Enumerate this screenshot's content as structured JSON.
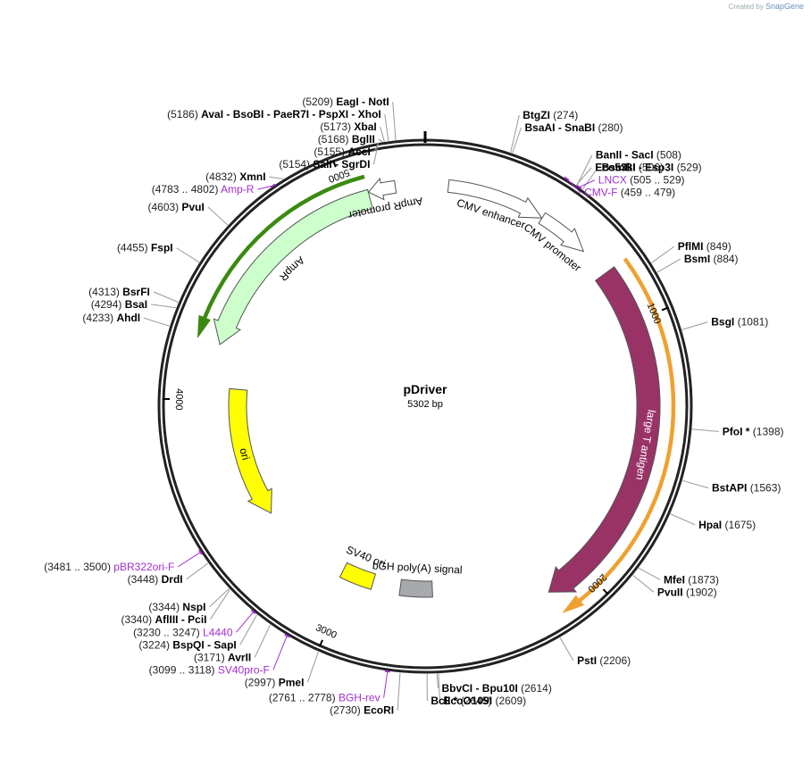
{
  "brand": {
    "created_by": "Created by",
    "app": "SnapGene"
  },
  "plasmid": {
    "name": "pDriver",
    "size_label": "5302 bp",
    "length_bp": 5302
  },
  "scale_ticks": [
    {
      "bp": 1000,
      "label": "1000"
    },
    {
      "bp": 2000,
      "label": "2000"
    },
    {
      "bp": 3000,
      "label": "3000"
    },
    {
      "bp": 4000,
      "label": "4000"
    },
    {
      "bp": 5000,
      "label": "5000"
    }
  ],
  "features": [
    {
      "name": "CMV enhancer",
      "start": 89,
      "end": 468,
      "strand": 1,
      "color": "#ffffff"
    },
    {
      "name": "CMV promoter",
      "start": 469,
      "end": 672,
      "strand": 1,
      "color": "#ffffff"
    },
    {
      "name": "large T antigen",
      "start": 789,
      "end": 2156,
      "strand": 1,
      "color": "#993366"
    },
    {
      "name": "bGH poly(A) signal",
      "start": 2630,
      "end": 2754,
      "strand": 0,
      "color": "#a7a9ad"
    },
    {
      "name": "SV40 ori",
      "start": 2900,
      "end": 3035,
      "strand": 0,
      "color": "#ffff00"
    },
    {
      "name": "ori",
      "start": 3464,
      "end": 4052,
      "strand": -1,
      "color": "#ffff00"
    },
    {
      "name": "AmpR",
      "start": 4223,
      "end": 5083,
      "strand": -1,
      "color": "#ccffcc"
    },
    {
      "name": "AmpR promoter",
      "start": 5084,
      "end": 5188,
      "strand": -1,
      "color": "#ffffff"
    }
  ],
  "orfs": [
    {
      "name": "large T antigen ORF",
      "start": 789,
      "end": 2156,
      "strand": 1,
      "color": "#f0a030"
    },
    {
      "name": "AmpR ORF",
      "start": 4223,
      "end": 5083,
      "strand": -1,
      "color": "#3a8a10"
    }
  ],
  "sites": [
    {
      "label": "AvaI",
      "names": [
        "AvaI",
        "BsoBI",
        "PaeR7I",
        "PspXI",
        "XhoI"
      ],
      "pos": "(5186)",
      "bp": 5186
    },
    {
      "label": "EagI",
      "names": [
        "EagI",
        "NotI"
      ],
      "pos": "(5209)",
      "bp": 5209
    },
    {
      "label": "XbaI",
      "names": [
        "XbaI"
      ],
      "pos": "(5173)",
      "bp": 5173
    },
    {
      "label": "BglII",
      "names": [
        "BglII"
      ],
      "pos": "(5168)",
      "bp": 5168
    },
    {
      "label": "AccI",
      "names": [
        "AccI"
      ],
      "pos": "(5155)",
      "bp": 5155
    },
    {
      "label": "SalI",
      "names": [
        "SalI",
        "SgrDI"
      ],
      "pos": "(5154)",
      "bp": 5154
    },
    {
      "label": "XmnI",
      "names": [
        "XmnI"
      ],
      "pos": "(4832)",
      "bp": 4832
    },
    {
      "label": "Amp-R",
      "names": [
        "Amp-R"
      ],
      "pos": "(4783 .. 4802)",
      "bp": 4792,
      "primer": true
    },
    {
      "label": "PvuI",
      "names": [
        "PvuI"
      ],
      "pos": "(4603)",
      "bp": 4603
    },
    {
      "label": "FspI",
      "names": [
        "FspI"
      ],
      "pos": "(4455)",
      "bp": 4455
    },
    {
      "label": "BsrFI",
      "names": [
        "BsrFI"
      ],
      "pos": "(4313)",
      "bp": 4313
    },
    {
      "label": "BsaI",
      "names": [
        "BsaI"
      ],
      "pos": "(4294)",
      "bp": 4294
    },
    {
      "label": "AhdI",
      "names": [
        "AhdI"
      ],
      "pos": "(4233)",
      "bp": 4233
    },
    {
      "label": "pBR322ori-F",
      "names": [
        "pBR322ori-F"
      ],
      "pos": "(3481 .. 3500)",
      "bp": 3490,
      "primer": true
    },
    {
      "label": "DrdI",
      "names": [
        "DrdI"
      ],
      "pos": "(3448)",
      "bp": 3448
    },
    {
      "label": "NspI",
      "names": [
        "NspI"
      ],
      "pos": "(3344)",
      "bp": 3344
    },
    {
      "label": "AflIII",
      "names": [
        "AflIII",
        "PciI"
      ],
      "pos": "(3340)",
      "bp": 3340
    },
    {
      "label": "L4440",
      "names": [
        "L4440"
      ],
      "pos": "(3230 .. 3247)",
      "bp": 3238,
      "primer": true
    },
    {
      "label": "BspQI",
      "names": [
        "BspQI",
        "SapI"
      ],
      "pos": "(3224)",
      "bp": 3224
    },
    {
      "label": "AvrII",
      "names": [
        "AvrII"
      ],
      "pos": "(3171)",
      "bp": 3171
    },
    {
      "label": "SV40pro-F",
      "names": [
        "SV40pro-F"
      ],
      "pos": "(3099 .. 3118)",
      "bp": 3108,
      "primer": true
    },
    {
      "label": "PmeI",
      "names": [
        "PmeI"
      ],
      "pos": "(2997)",
      "bp": 2997
    },
    {
      "label": "BGH-rev",
      "names": [
        "BGH-rev"
      ],
      "pos": "(2761 .. 2778)",
      "bp": 2770,
      "primer": true
    },
    {
      "label": "EcoRI",
      "names": [
        "EcoRI"
      ],
      "pos": "(2730)",
      "bp": 2730
    },
    {
      "label": "BclI",
      "names": [
        "BclI *"
      ],
      "pos": "(2645)",
      "bp": 2645
    },
    {
      "label": "BbvCI",
      "names": [
        "BbvCI",
        "Bpu10I"
      ],
      "pos": "(2614)",
      "bp": 2614
    },
    {
      "label": "EcoO109I",
      "names": [
        "EcoO109I"
      ],
      "pos": "(2609)",
      "bp": 2609
    },
    {
      "label": "PstI",
      "names": [
        "PstI"
      ],
      "pos": "(2206)",
      "bp": 2206
    },
    {
      "label": "PvuII",
      "names": [
        "PvuII"
      ],
      "pos": "(1902)",
      "bp": 1902
    },
    {
      "label": "MfeI",
      "names": [
        "MfeI"
      ],
      "pos": "(1873)",
      "bp": 1873
    },
    {
      "label": "HpaI",
      "names": [
        "HpaI"
      ],
      "pos": "(1675)",
      "bp": 1675
    },
    {
      "label": "BstAPI",
      "names": [
        "BstAPI"
      ],
      "pos": "(1563)",
      "bp": 1563
    },
    {
      "label": "PfoI",
      "names": [
        "PfoI *"
      ],
      "pos": "(1398)",
      "bp": 1398
    },
    {
      "label": "BsgI",
      "names": [
        "BsgI"
      ],
      "pos": "(1081)",
      "bp": 1081
    },
    {
      "label": "BsmI",
      "names": [
        "BsmI"
      ],
      "pos": "(884)",
      "bp": 884
    },
    {
      "label": "PflMI",
      "names": [
        "PflMI"
      ],
      "pos": "(849)",
      "bp": 849
    },
    {
      "label": "BsmBI",
      "names": [
        "BsmBI",
        "Esp3I"
      ],
      "pos": "(529)",
      "bp": 529
    },
    {
      "label": "BanII",
      "names": [
        "BanII",
        "SacI"
      ],
      "pos": "(508)",
      "bp": 508
    },
    {
      "label": "Eco53kI",
      "names": [
        "Eco53kI"
      ],
      "pos": "(506)",
      "bp": 506
    },
    {
      "label": "LNCX",
      "names": [
        "LNCX"
      ],
      "pos": "(505 .. 529)",
      "bp": 517,
      "primer": true
    },
    {
      "label": "CMV-F",
      "names": [
        "CMV-F"
      ],
      "pos": "(459 .. 479)",
      "bp": 469,
      "primer": true
    },
    {
      "label": "BsaAI",
      "names": [
        "BsaAI",
        "SnaBI"
      ],
      "pos": "(280)",
      "bp": 280
    },
    {
      "label": "BtgZI",
      "names": [
        "BtgZI"
      ],
      "pos": "(274)",
      "bp": 274
    }
  ]
}
